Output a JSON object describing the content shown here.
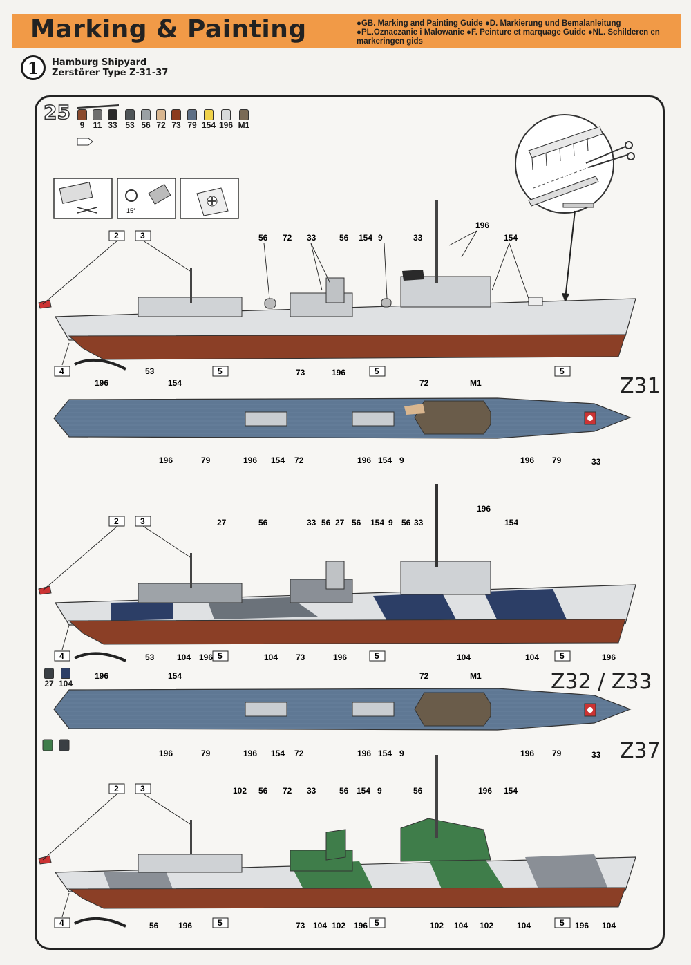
{
  "header": {
    "title": "Marking & Painting",
    "languages": "●GB. Marking and Painting Guide ●D. Markierung und Bemalanleitung ●PL.Oznaczanie i Malowanie ●F. Peinture et marquage Guide ●NL. Schilderen en markeringen gids"
  },
  "option": {
    "number": "1",
    "title_line1": "Hamburg Shipyard",
    "title_line2": "Zerstörer Type Z-31-37"
  },
  "step_number": "25",
  "paints": [
    {
      "code": "9",
      "color": "#8a4a2e"
    },
    {
      "code": "11",
      "color": "#6e6e6e"
    },
    {
      "code": "33",
      "color": "#2a2a2a"
    },
    {
      "code": "53",
      "color": "#4f5558"
    },
    {
      "code": "56",
      "color": "#9aa0a4"
    },
    {
      "code": "72",
      "color": "#d9b68f"
    },
    {
      "code": "73",
      "color": "#8c3b1e"
    },
    {
      "code": "79",
      "color": "#5d6f86"
    },
    {
      "code": "154",
      "color": "#f0d24a"
    },
    {
      "code": "196",
      "color": "#d7dadb"
    },
    {
      "code": "M1",
      "color": "#7a6a55"
    }
  ],
  "extra_paints": [
    {
      "code": "27",
      "color": "#3a3f44"
    },
    {
      "code": "104",
      "color": "#2c3e66"
    }
  ],
  "decal_hint": "15°",
  "variants": {
    "v1": "Z31",
    "v2": "Z32 / Z33",
    "v3": "Z37"
  },
  "colors": {
    "hull_gray": "#dfe1e3",
    "hull_red": "#8b3f26",
    "deck_blue": "#5f7894",
    "camo_blue": "#2c3e66",
    "camo_green": "#3f7d4a",
    "camo_gray": "#8a8f96",
    "header_orange": "#f19a47"
  },
  "callouts": {
    "ship1_side": [
      "2",
      "3",
      "56",
      "72",
      "33",
      "56",
      "154",
      "9",
      "33",
      "196",
      "154",
      "4",
      "53",
      "5",
      "73",
      "196",
      "5",
      "5"
    ],
    "ship1_top": [
      "196",
      "154",
      "72",
      "M1",
      "196",
      "79",
      "196",
      "154",
      "72",
      "196",
      "154",
      "9",
      "196",
      "79",
      "33"
    ],
    "ship2_side": [
      "2",
      "3",
      "27",
      "56",
      "33",
      "56",
      "27",
      "56",
      "154",
      "9",
      "56",
      "33",
      "196",
      "154",
      "4",
      "53",
      "104",
      "196",
      "5",
      "104",
      "73",
      "196",
      "5",
      "104",
      "104",
      "5",
      "196"
    ],
    "ship2_top": [
      "196",
      "154",
      "72",
      "M1",
      "196",
      "79",
      "196",
      "154",
      "72",
      "196",
      "154",
      "9",
      "196",
      "79",
      "33"
    ],
    "ship3_side": [
      "2",
      "3",
      "102",
      "56",
      "72",
      "33",
      "56",
      "154",
      "9",
      "56",
      "196",
      "154",
      "4",
      "56",
      "196",
      "5",
      "73",
      "104",
      "102",
      "196",
      "5",
      "102",
      "104",
      "102",
      "104",
      "5",
      "196",
      "104"
    ]
  },
  "callout_labels": {
    "ship1_side": [
      "2",
      "3",
      "56",
      "72",
      "33",
      "56",
      "154",
      "9",
      "33",
      "196",
      "154",
      "4",
      "53",
      "5",
      "73",
      "196",
      "5",
      "5"
    ],
    "ship1_top": [
      "196",
      "154",
      "196",
      "79",
      "196",
      "154",
      "72",
      "72",
      "196",
      "154",
      "9",
      "M1",
      "196",
      "79",
      "33"
    ]
  }
}
